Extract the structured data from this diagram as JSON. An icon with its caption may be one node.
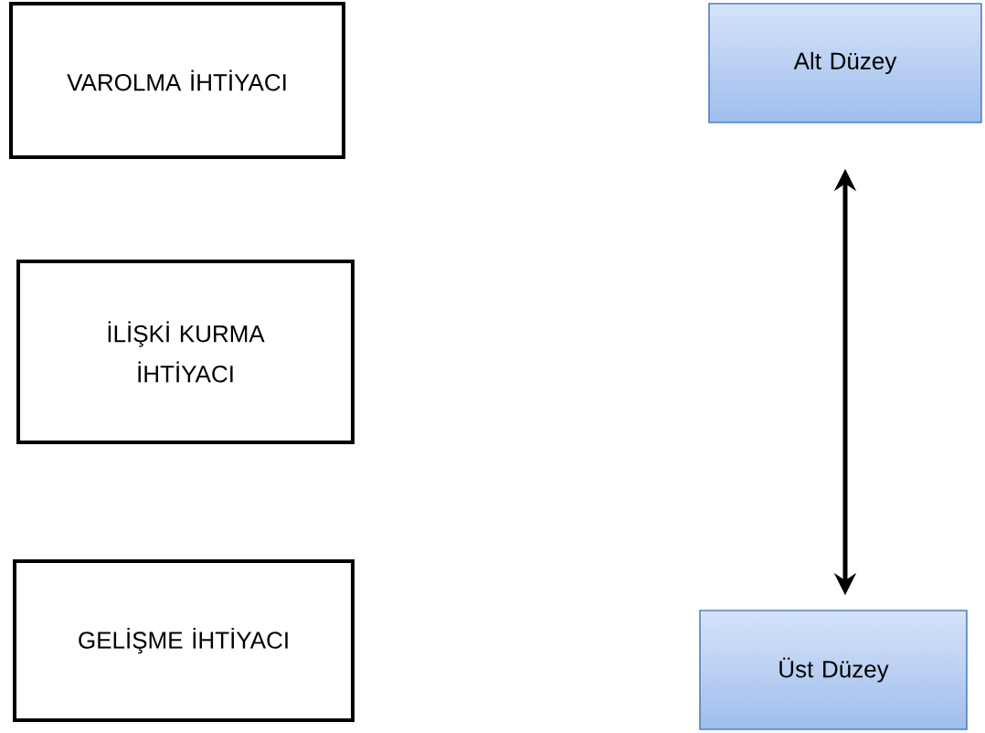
{
  "diagram": {
    "nodes": [
      {
        "text": [
          "VAROLMA İHTİYACI"
        ]
      },
      {
        "text": [
          "İLİŞKİ KURMA İHTİYACI"
        ]
      },
      {
        "text": [
          "GELİŞME İHTİYACI"
        ]
      },
      {
        "text": [
          "Alt Düzey"
        ]
      },
      {
        "text": [
          "Üst Düzey"
        ]
      }
    ],
    "edges": [
      {
        "from": 3,
        "to": 4,
        "arrow": "both"
      }
    ]
  }
}
